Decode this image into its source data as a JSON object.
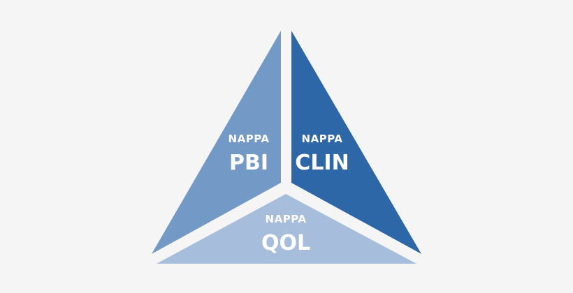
{
  "segments": {
    "left": {
      "prefix": "NAPPA",
      "label": "PBI",
      "color": "#7399c6"
    },
    "right": {
      "prefix": "NAPPA",
      "label": "CLIN",
      "color": "#2e67a7"
    },
    "bottom": {
      "prefix": "NAPPA",
      "label": "QOL",
      "color": "#a7bddc"
    }
  },
  "background_color": "#f5f5f5"
}
